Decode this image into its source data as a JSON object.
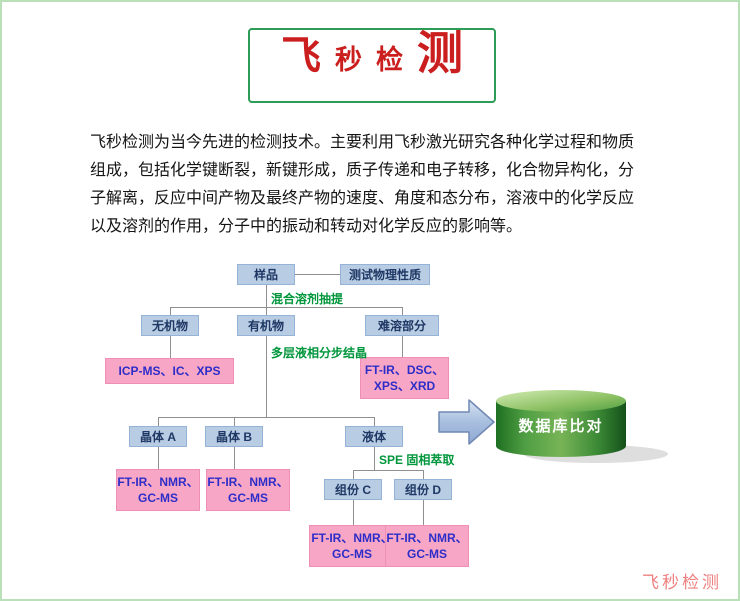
{
  "header": {
    "title_chars": [
      "飞",
      "秒",
      "检",
      "测"
    ]
  },
  "intro": {
    "lines": [
      "飞秒检测为当今先进的检测技术。主要利用飞秒激光研究各种化学过程和物质",
      "组成，包括化学键断裂，新键形成，质子传递和电子转移，化合物异构化，分",
      "子解离，反应中间产物及最终产物的速度、角度和态分布，溶液中的化学反应",
      "以及溶剂的作用，分子中的振动和转动对化学反应的影响等。"
    ]
  },
  "flowchart": {
    "nodes": {
      "sample": "样品",
      "physical_test": "测试物理性质",
      "inorganic": "无机物",
      "organic": "有机物",
      "insoluble": "难溶部分",
      "crystal_a": "晶体 A",
      "crystal_b": "晶体 B",
      "liquid": "液体",
      "component_c": "组份 C",
      "component_d": "组份 D"
    },
    "instruments": {
      "icp": "ICP-MS、IC、XPS",
      "ftir_dsc": [
        "FT-IR、DSC、",
        "XPS、XRD"
      ],
      "ftir_nmr": [
        "FT-IR、NMR、",
        "GC-MS"
      ]
    },
    "process_labels": {
      "extraction": "混合溶剂抽提",
      "crystallization": "多层液相分步结晶",
      "spe": "SPE 固相萃取"
    },
    "database": {
      "label": "数据库比对"
    }
  },
  "watermark": "飞秒检测",
  "colors": {
    "page_border": "#b9e0b9",
    "title_border": "#2e9c56",
    "title_text": "#cb1e1e",
    "node_blue_bg": "#b8cce4",
    "node_blue_text": "#1f3864",
    "node_pink_bg": "#f8a6c6",
    "node_pink_text": "#2d2dc8",
    "process_label_green": "#00963c",
    "connector_gray": "#8f8f8f",
    "arrow_blue": "#a8bfdf",
    "cylinder_green": "#4f9e43",
    "watermark_pink": "#ee8080"
  }
}
